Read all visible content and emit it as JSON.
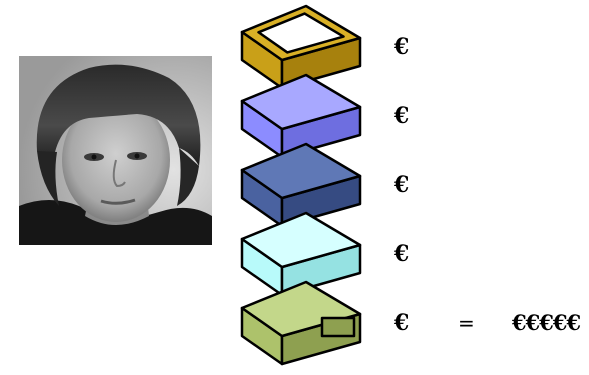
{
  "photo": {
    "icon": "portrait-photo"
  },
  "blocks": [
    {
      "id": "block-1",
      "shape": "open-frame",
      "colors": {
        "top": "#d9b026",
        "front": "#c9a018",
        "side": "#a7810d"
      }
    },
    {
      "id": "block-2",
      "shape": "slab",
      "colors": {
        "top": "#a8a8ff",
        "front": "#8c8cff",
        "side": "#6e6ee0"
      }
    },
    {
      "id": "block-3",
      "shape": "slab",
      "colors": {
        "top": "#5f78b6",
        "front": "#4a62a0",
        "side": "#364b82"
      }
    },
    {
      "id": "block-4",
      "shape": "slab",
      "colors": {
        "top": "#d6ffff",
        "front": "#b8fafa",
        "side": "#95e2e2"
      }
    },
    {
      "id": "block-5",
      "shape": "notched-slab",
      "colors": {
        "top": "#c3d78a",
        "front": "#adc26b",
        "side": "#8ea050"
      }
    }
  ],
  "labels": [
    "€",
    "€",
    "€",
    "€",
    "€"
  ],
  "equation": {
    "equals": "=",
    "total": "€€€€€"
  }
}
